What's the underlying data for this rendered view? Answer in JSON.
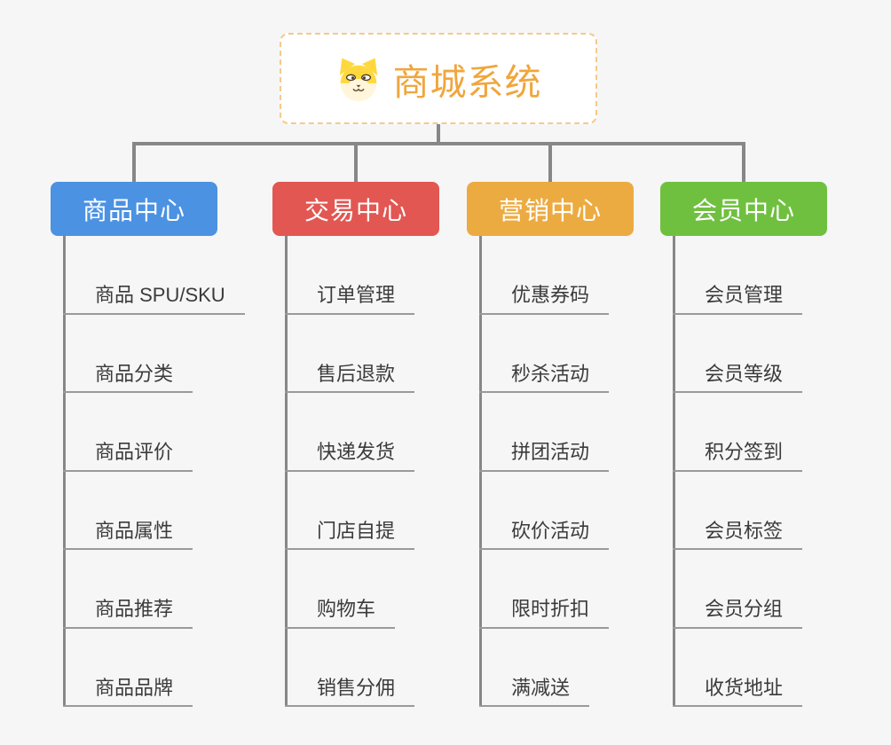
{
  "page": {
    "background": "#f6f6f6",
    "connector_color": "#878787",
    "underline_color": "#9a9a9a"
  },
  "root": {
    "title": "商城系统",
    "icon": "shiba-dog-icon",
    "text_color": "#f0a63c",
    "border_color": "#f6c98b"
  },
  "branches": [
    {
      "label": "商品中心",
      "color": "#4b92e3",
      "children": [
        "商品 SPU/SKU",
        "商品分类",
        "商品评价",
        "商品属性",
        "商品推荐",
        "商品品牌"
      ]
    },
    {
      "label": "交易中心",
      "color": "#e25752",
      "children": [
        "订单管理",
        "售后退款",
        "快递发货",
        "门店自提",
        "购物车",
        "销售分佣"
      ]
    },
    {
      "label": "营销中心",
      "color": "#ecab41",
      "children": [
        "优惠券码",
        "秒杀活动",
        "拼团活动",
        "砍价活动",
        "限时折扣",
        "满减送"
      ]
    },
    {
      "label": "会员中心",
      "color": "#70c040",
      "children": [
        "会员管理",
        "会员等级",
        "积分签到",
        "会员标签",
        "会员分组",
        "收货地址"
      ]
    }
  ]
}
